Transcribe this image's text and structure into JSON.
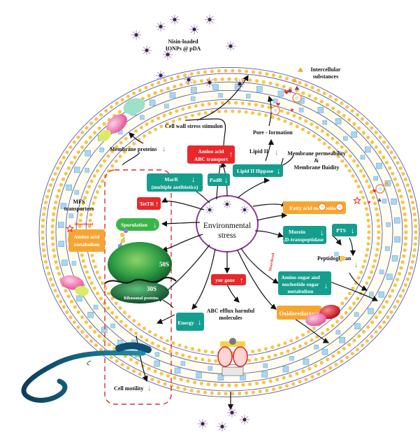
{
  "center_label": [
    "Environmental",
    "stress"
  ],
  "nanoparticle_label": [
    "Nisin-loaded",
    "IONPs @ pDA"
  ],
  "intercellular_label": [
    "Intercellular",
    "substances"
  ],
  "labels": {
    "cell_wall_stress": "Cell wall stress stimulon",
    "pore_formation": "Pore - formation",
    "lipid_ii": "Lipid II",
    "membrane_permeability": [
      "Membrane permeability",
      "&",
      "Membrane fluidity"
    ],
    "membrane_proteins": "Membrane proteins",
    "mfs": [
      "MFS",
      "transporters"
    ],
    "peptidoglycan": "Peptidoglycan",
    "abc_efflux": [
      "ABC efflux harmful",
      "molecules"
    ],
    "cell_motility": "Cell motility",
    "disordered_left": "Disordered",
    "disordered_right": "Disordered",
    "ribosomal": "Ribosomal proteins",
    "s50": "50S",
    "s30": "30S"
  },
  "boxes": {
    "amino_abc": [
      "Amino acid",
      "ABC transport"
    ],
    "lipid_flippase": "Lipid II flippase",
    "marr": [
      "MarR",
      "(multiple antibiotics)"
    ],
    "padr": "PadR",
    "tetr": "TetTR",
    "sporulation": "Sporulation",
    "fatty_acid": "Fatty acid metabolism",
    "murein": [
      "Murein",
      "L,D-transpeptidase"
    ],
    "pts": "PTS",
    "amino_left": [
      "Amino acid",
      "metabolism"
    ],
    "yur": "yur gene",
    "amino_sugar": [
      "Amino sugar and",
      "nucleotide sugar",
      "metabolism"
    ],
    "oxidoreductase": "Oxidoreductase",
    "energy": "Energy"
  },
  "arrows": {
    "up": "↑",
    "down": "↓"
  },
  "colors": {
    "teal": "#159e8e",
    "red": "#e8282b",
    "orange": "#f7a532",
    "green": "#3ab54a",
    "membrane_bead": "#f6c543",
    "membrane_line": "#5757a8",
    "protein_blue": "#a9d6f0",
    "center_ring": "#8b3a9a"
  }
}
